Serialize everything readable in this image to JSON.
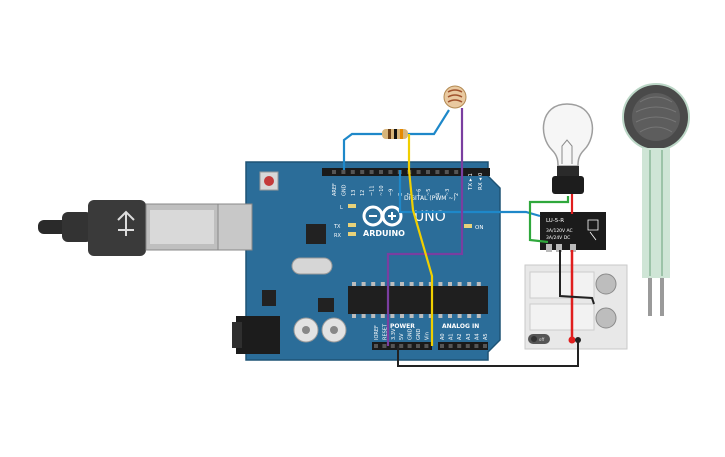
{
  "board": {
    "brand": "ARDUINO",
    "model": "UNO",
    "digital_label": "DIGITAL (PWM ~)",
    "analog_label": "ANALOG IN",
    "power_label": "POWER",
    "on_label": "ON",
    "led_l": "L",
    "led_tx": "TX",
    "led_rx": "RX",
    "tx_pin": "TX ▸ 1",
    "rx_pin": "RX ◂ 0",
    "digital_pins": [
      "AREF",
      "GND",
      "13",
      "12",
      "~11",
      "~10",
      "~9",
      "8",
      "7",
      "~6",
      "~5",
      "4",
      "~3",
      "2"
    ],
    "power_pins": [
      "IOREF",
      "RESET",
      "3.3V",
      "5V",
      "GND",
      "GND",
      "Vin"
    ],
    "analog_pins": [
      "A0",
      "A1",
      "A2",
      "A3",
      "A4",
      "A5"
    ]
  },
  "relay": {
    "model": "LU-5-R",
    "rating_ac": "3A/120V AC",
    "rating_dc": "3A/24V  DC"
  },
  "breadboard": {
    "switch_label": "off"
  },
  "colors": {
    "board": "#2b6d99",
    "wire_blue": "#1e88c9",
    "wire_purple": "#7a3ea0",
    "wire_yellow": "#f0cf00",
    "wire_green": "#2fa83c",
    "wire_red": "#e01e1e",
    "wire_black": "#222222"
  },
  "icons": [
    "usb-cable-icon",
    "light-bulb-icon",
    "photoresistor-icon",
    "force-sensor-icon",
    "resistor-icon"
  ]
}
